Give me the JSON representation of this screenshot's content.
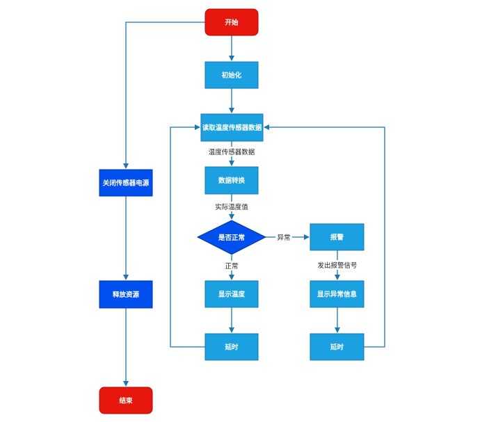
{
  "colors": {
    "terminal": "#e8170d",
    "terminal_border": "#a80c05",
    "process": "#1ba1e2",
    "process_border": "#1377aa",
    "process_dark": "#0050ef",
    "process_dark_border": "#0035a8",
    "decision": "#0050ef",
    "decision_border": "#00339e",
    "edge": "#1a76ad",
    "edge_label": "#222222"
  },
  "nodes": {
    "start": "开始",
    "init": "初始化",
    "read": "读取温度传感器数据",
    "convert": "数据转换",
    "check": "是否正常",
    "alarm": "报警",
    "show_temp": "显示温度",
    "show_error": "显示异常信息",
    "delay_left": "延时",
    "delay_right": "延时",
    "close_power": "关闭传感器电源",
    "release": "释放资源",
    "end": "结束"
  },
  "edge_labels": {
    "sensor_data": "温度传感器数据",
    "actual_temp": "实际温度值",
    "abnormal": "异常",
    "normal": "正常",
    "alarm_signal": "发出报警信号"
  }
}
